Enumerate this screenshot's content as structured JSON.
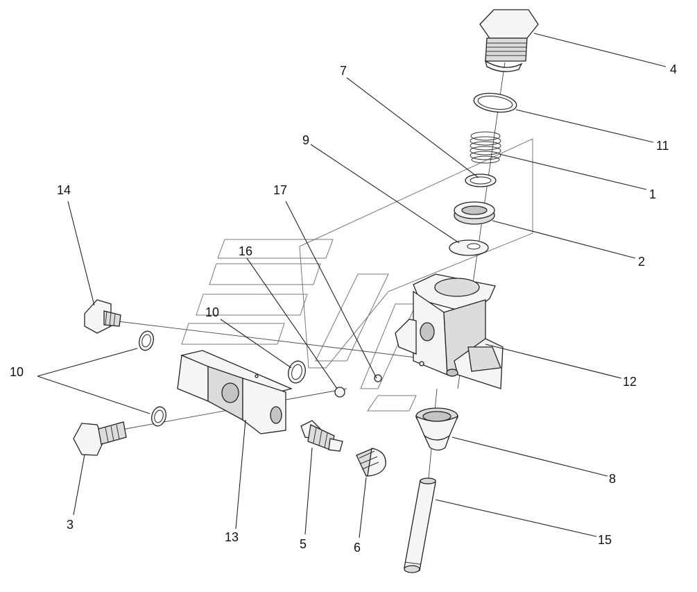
{
  "callouts": {
    "c1": "1",
    "c2": "2",
    "c3": "3",
    "c4": "4",
    "c5": "5",
    "c6": "6",
    "c7": "7",
    "c8": "8",
    "c9": "9",
    "c10a": "10",
    "c10b": "10",
    "c11": "11",
    "c12": "12",
    "c13": "13",
    "c14": "14",
    "c15": "15",
    "c16": "16",
    "c17": "17"
  }
}
